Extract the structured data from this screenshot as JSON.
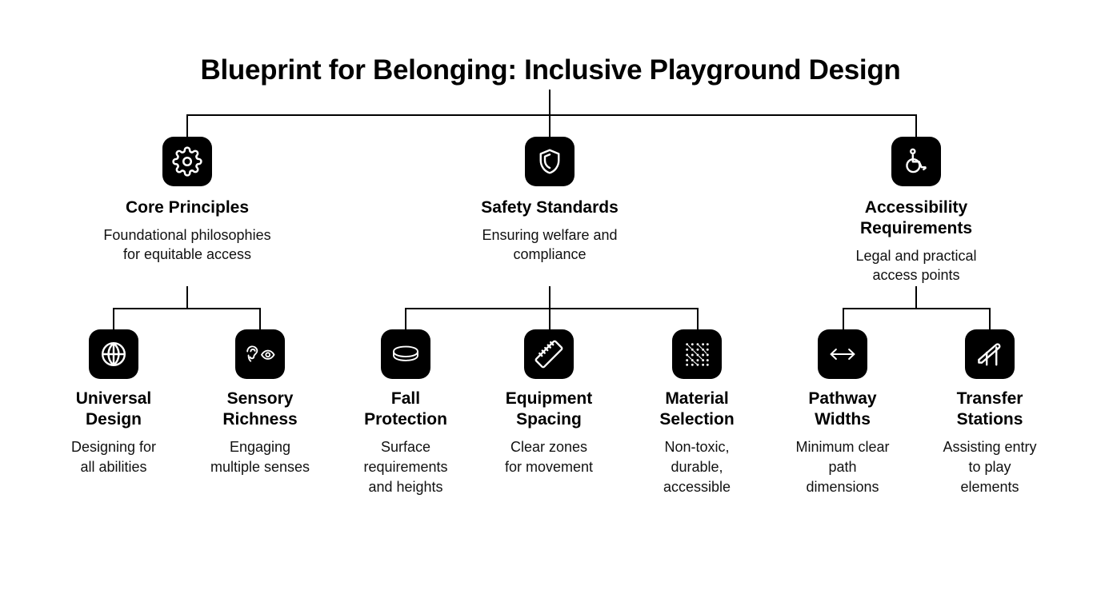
{
  "diagram": {
    "title": "Blueprint for Belonging: Inclusive Playground Design",
    "type": "hierarchy-tree",
    "background_color": "#ffffff",
    "icon_tile_color": "#000000",
    "icon_glyph_color": "#ffffff",
    "text_color": "#000000",
    "branches": [
      {
        "id": "core-principles",
        "title": "Core Principles",
        "description": "Foundational philosophies for equitable access",
        "desc_line1": "Foundational philosophies",
        "desc_line2": "for equitable access",
        "icon": "gear-icon",
        "children": [
          {
            "id": "universal-design",
            "title": "Universal Design",
            "title_line1": "Universal",
            "title_line2": "Design",
            "description": "Designing for all abilities",
            "desc_line1": "Designing for",
            "desc_line2": "all abilities",
            "icon": "globe-icon"
          },
          {
            "id": "sensory-richness",
            "title": "Sensory Richness",
            "title_line1": "Sensory",
            "title_line2": "Richness",
            "description": "Engaging multiple senses",
            "desc_line1": "Engaging",
            "desc_line2": "multiple senses",
            "icon": "ear-eye-icon"
          }
        ]
      },
      {
        "id": "safety-standards",
        "title": "Safety Standards",
        "description": "Ensuring welfare and compliance",
        "desc_line1": "Ensuring welfare and",
        "desc_line2": "compliance",
        "icon": "shield-icon",
        "children": [
          {
            "id": "fall-protection",
            "title": "Fall Protection",
            "title_line1": "Fall",
            "title_line2": "Protection",
            "description": "Surface requirements and heights",
            "desc_line1": "Surface",
            "desc_line2": "requirements",
            "desc_line3": "and heights",
            "icon": "cushion-mat-icon"
          },
          {
            "id": "equipment-spacing",
            "title": "Equipment Spacing",
            "title_line1": "Equipment",
            "title_line2": "Spacing",
            "description": "Clear zones for movement",
            "desc_line1": "Clear zones",
            "desc_line2": "for movement",
            "icon": "ruler-icon"
          },
          {
            "id": "material-selection",
            "title": "Material Selection",
            "title_line1": "Material",
            "title_line2": "Selection",
            "description": "Non-toxic, durable, accessible",
            "desc_line1": "Non-toxic,",
            "desc_line2": "durable,",
            "desc_line3": "accessible",
            "icon": "texture-grid-icon"
          }
        ]
      },
      {
        "id": "accessibility-requirements",
        "title": "Accessibility Requirements",
        "title_line1": "Accessibility",
        "title_line2": "Requirements",
        "description": "Legal and practical access points",
        "desc_line1": "Legal and practical",
        "desc_line2": "access points",
        "icon": "wheelchair-icon",
        "children": [
          {
            "id": "pathway-widths",
            "title": "Pathway Widths",
            "title_line1": "Pathway",
            "title_line2": "Widths",
            "description": "Minimum clear path dimensions",
            "desc_line1": "Minimum clear",
            "desc_line2": "path",
            "desc_line3": "dimensions",
            "icon": "horizontal-arrow-icon"
          },
          {
            "id": "transfer-stations",
            "title": "Transfer Stations",
            "title_line1": "Transfer",
            "title_line2": "Stations",
            "description": "Assisting entry to play elements",
            "desc_line1": "Assisting entry",
            "desc_line2": "to play",
            "desc_line3": "elements",
            "icon": "handrail-icon"
          }
        ]
      }
    ]
  }
}
